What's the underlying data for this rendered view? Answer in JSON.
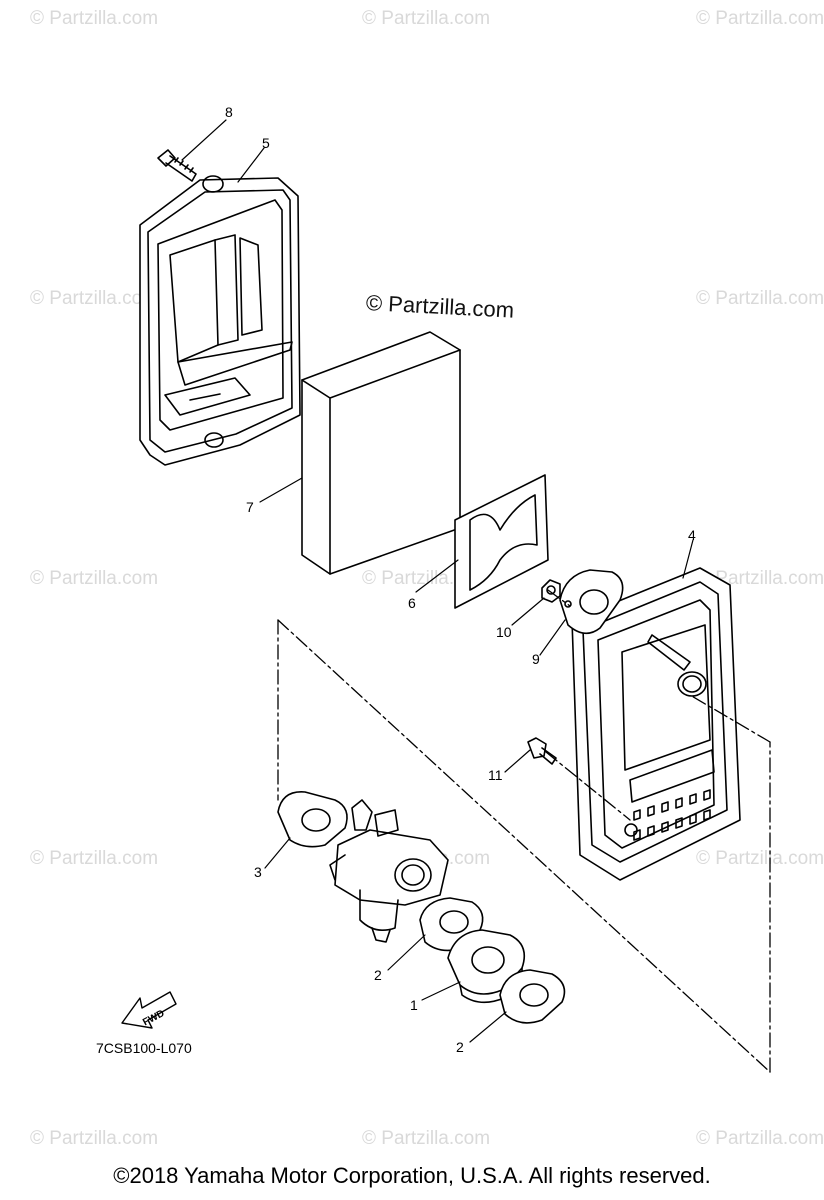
{
  "watermark": "© Partzilla.com",
  "center_watermark": "© Partzilla.com",
  "diagram_code": "7CSB100-L070",
  "fwd_label": "FWD",
  "copyright": "©2018  Yamaha Motor Corporation, U.S.A. All rights reserved.",
  "callouts": [
    "8",
    "5",
    "7",
    "6",
    "4",
    "10",
    "9",
    "11",
    "3",
    "2",
    "1",
    "2"
  ]
}
